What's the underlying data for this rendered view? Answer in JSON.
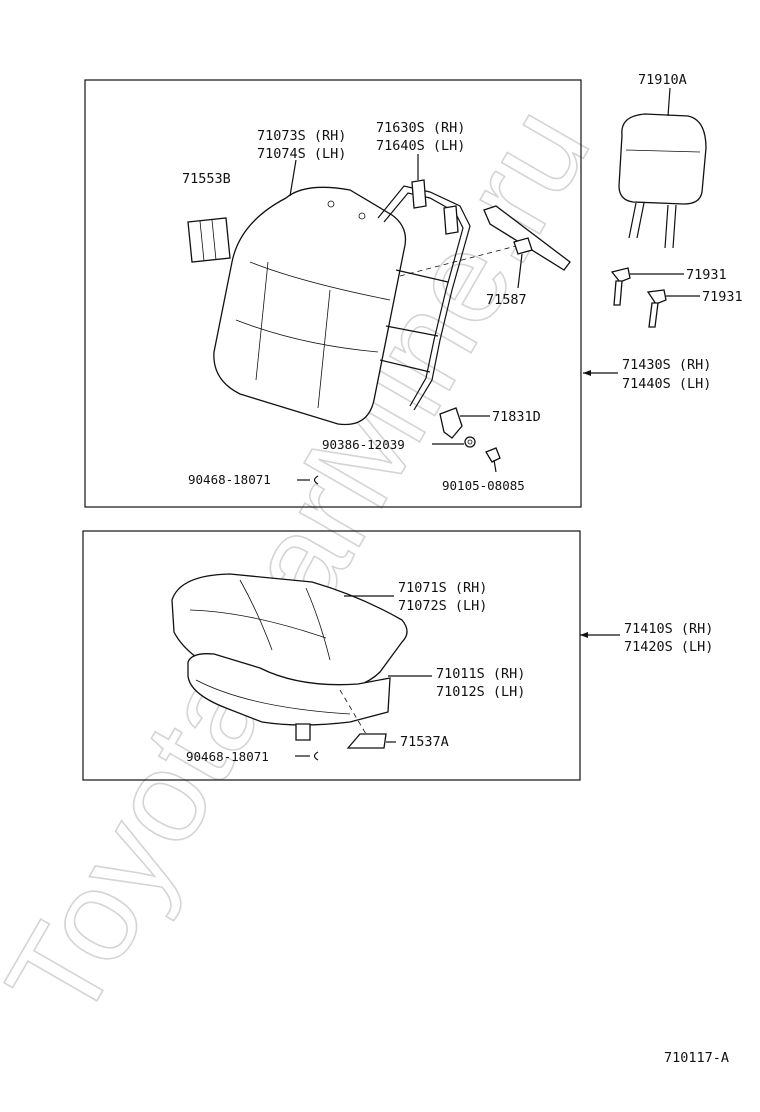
{
  "watermark": "ToyotaCarMine.ru",
  "diagram_code": "710117-A",
  "seatback_group": {
    "assembly_label_rh": "71430S (RH)",
    "assembly_label_lh": "71440S (LH)",
    "headrest": "71910A",
    "headrest_support_1": "71931",
    "headrest_support_2": "71931",
    "cover_rh": "71073S (RH)",
    "cover_lh": "71074S (LH)",
    "frame_rh": "71630S (RH)",
    "frame_lh": "71640S (LH)",
    "pad": "71553B",
    "bracket": "71587",
    "clip": "71831D",
    "nut": "90386-12039",
    "bolt": "90105-08085",
    "hog_ring": "90468-18071"
  },
  "cushion_group": {
    "assembly_label_rh": "71410S (RH)",
    "assembly_label_lh": "71420S (LH)",
    "cover_rh": "71071S (RH)",
    "cover_lh": "71072S (LH)",
    "frame_rh": "71011S (RH)",
    "frame_lh": "71012S (LH)",
    "pad": "71537A",
    "hog_ring": "90468-18071"
  }
}
